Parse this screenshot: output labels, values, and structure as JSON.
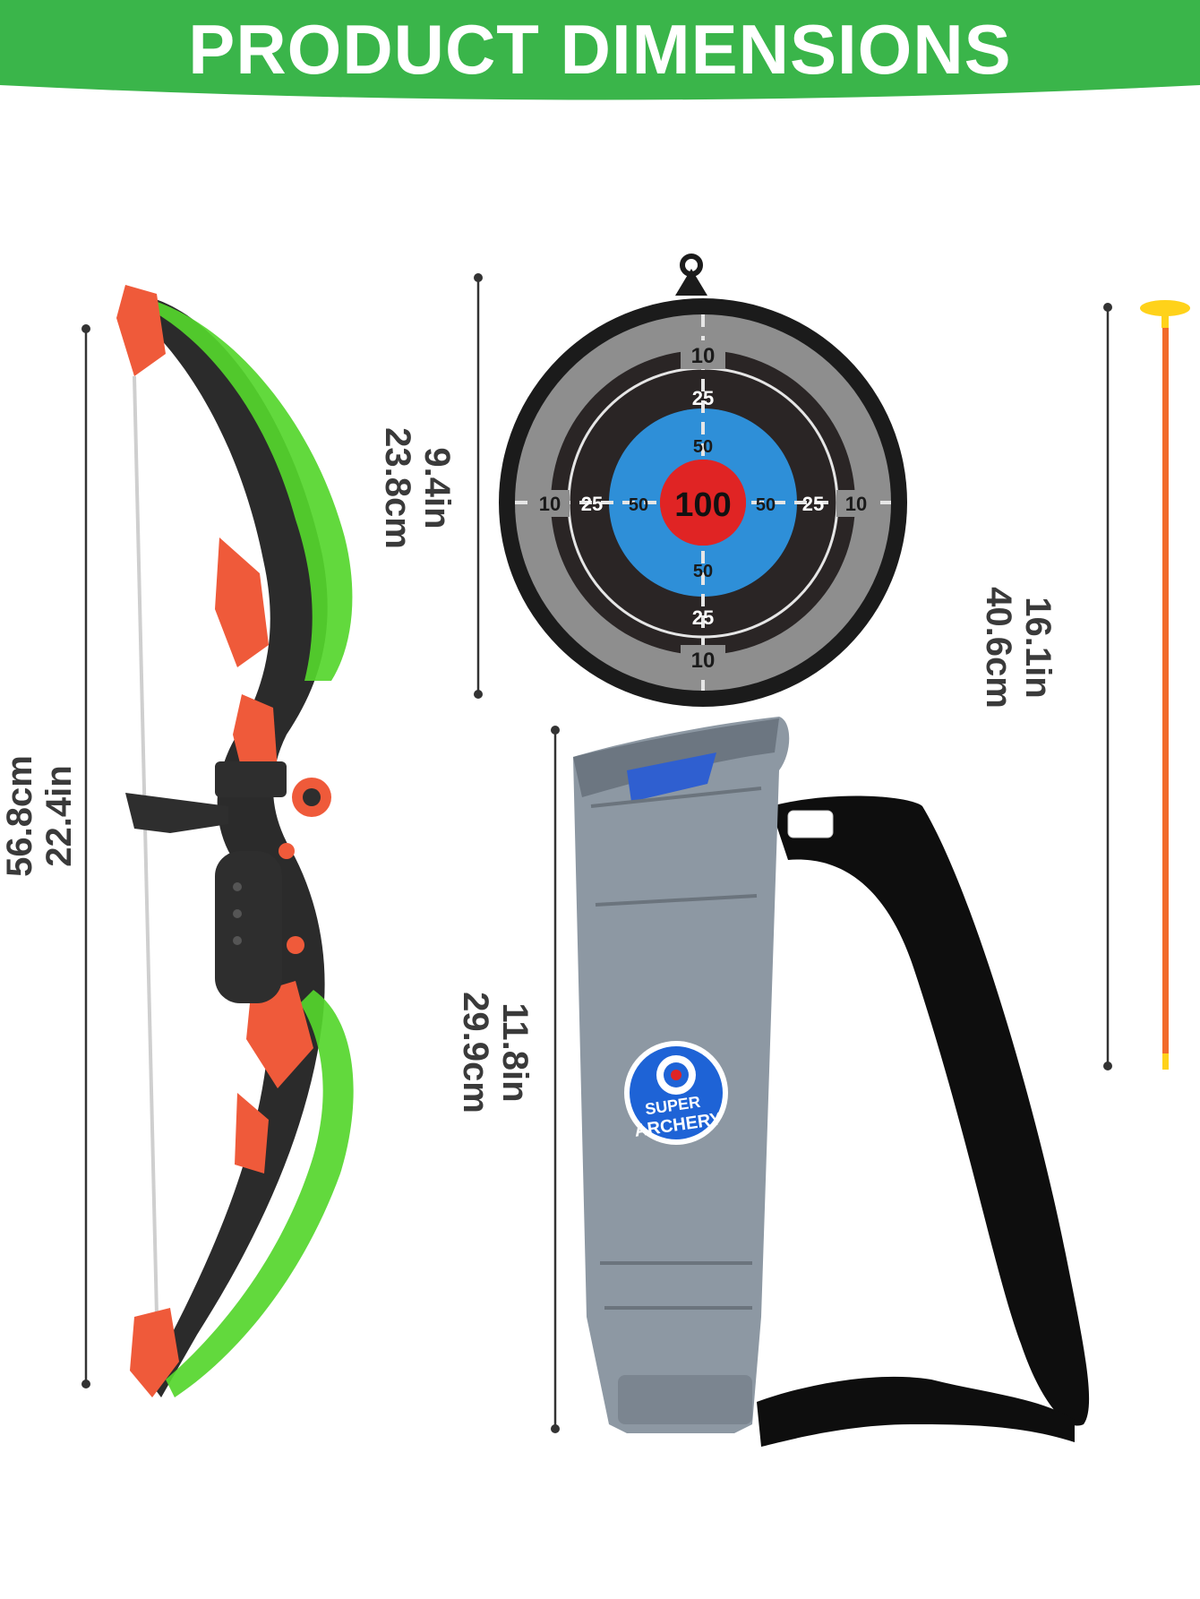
{
  "banner": {
    "title": "PRODUCT DIMENSIONS",
    "color": "#3ab54a"
  },
  "dimensions": {
    "bow": {
      "cm": "56.8cm",
      "in": "22.4in"
    },
    "target": {
      "in": "9.4in",
      "cm": "23.8cm"
    },
    "quiver": {
      "in": "11.8in",
      "cm": "29.9cm"
    },
    "arrow": {
      "in": "16.1in",
      "cm": "40.6cm"
    }
  },
  "target": {
    "rings": [
      "10",
      "25",
      "50",
      "100"
    ],
    "colors": {
      "outer": "#1b1b1b",
      "gray": "#8e8e8e",
      "dark": "#2a2525",
      "blue": "#2e8fd8",
      "center": "#e02424"
    }
  },
  "quiver": {
    "badge_line1": "SUPER",
    "badge_line2": "ARCHERY",
    "color": "#8d98a3"
  },
  "bow": {
    "limb_color": "#55d62c",
    "accent_color": "#ef5a3a",
    "grip_color": "#2e2e2e"
  },
  "arrow": {
    "shaft_color": "#f26a2a",
    "cup_color": "#ffd21a"
  }
}
